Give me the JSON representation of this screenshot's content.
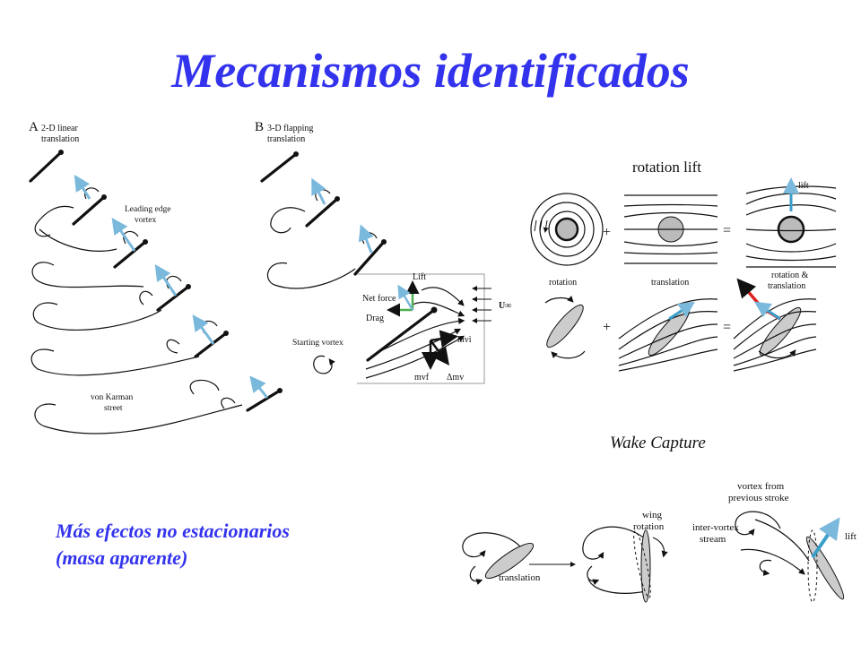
{
  "title": "Mecanismos identificados",
  "subtitle": [
    "Más efectos no estacionarios",
    "(masa aparente)"
  ],
  "panelA": {
    "letter": "A",
    "heading": [
      "2-D linear",
      "translation"
    ],
    "leading_edge": [
      "Leading edge",
      "vortex"
    ],
    "von_karman": [
      "von Karman",
      "street"
    ]
  },
  "panelB": {
    "letter": "B",
    "heading": [
      "3-D flapping",
      "translation"
    ],
    "starting_vortex": "Starting vortex"
  },
  "forces": {
    "lift": "Lift",
    "net_force": "Net force",
    "drag": "Drag",
    "u_inf": "U∞",
    "mvi": "mvi",
    "mvf": "mvf",
    "dmv": "Δmv"
  },
  "rotation_lift": {
    "title": "rotation lift",
    "lift": "lift",
    "rotation": "rotation",
    "translation": "translation",
    "rot_trans": [
      "rotation &",
      "translation"
    ],
    "plus": "+",
    "equals": "="
  },
  "wake_capture": {
    "title": "Wake Capture",
    "translation": "translation",
    "wing_rotation": [
      "wing",
      "rotation"
    ],
    "vortex_prev": [
      "vortex from",
      "previous stroke"
    ],
    "inter_vortex": [
      "inter-vortex",
      "stream"
    ],
    "lift": "lift"
  },
  "colors": {
    "title": "#3333ee",
    "arrow_blue": "#7ab8dc",
    "net_red": "#dd2222",
    "lift_green": "#4caf50"
  }
}
